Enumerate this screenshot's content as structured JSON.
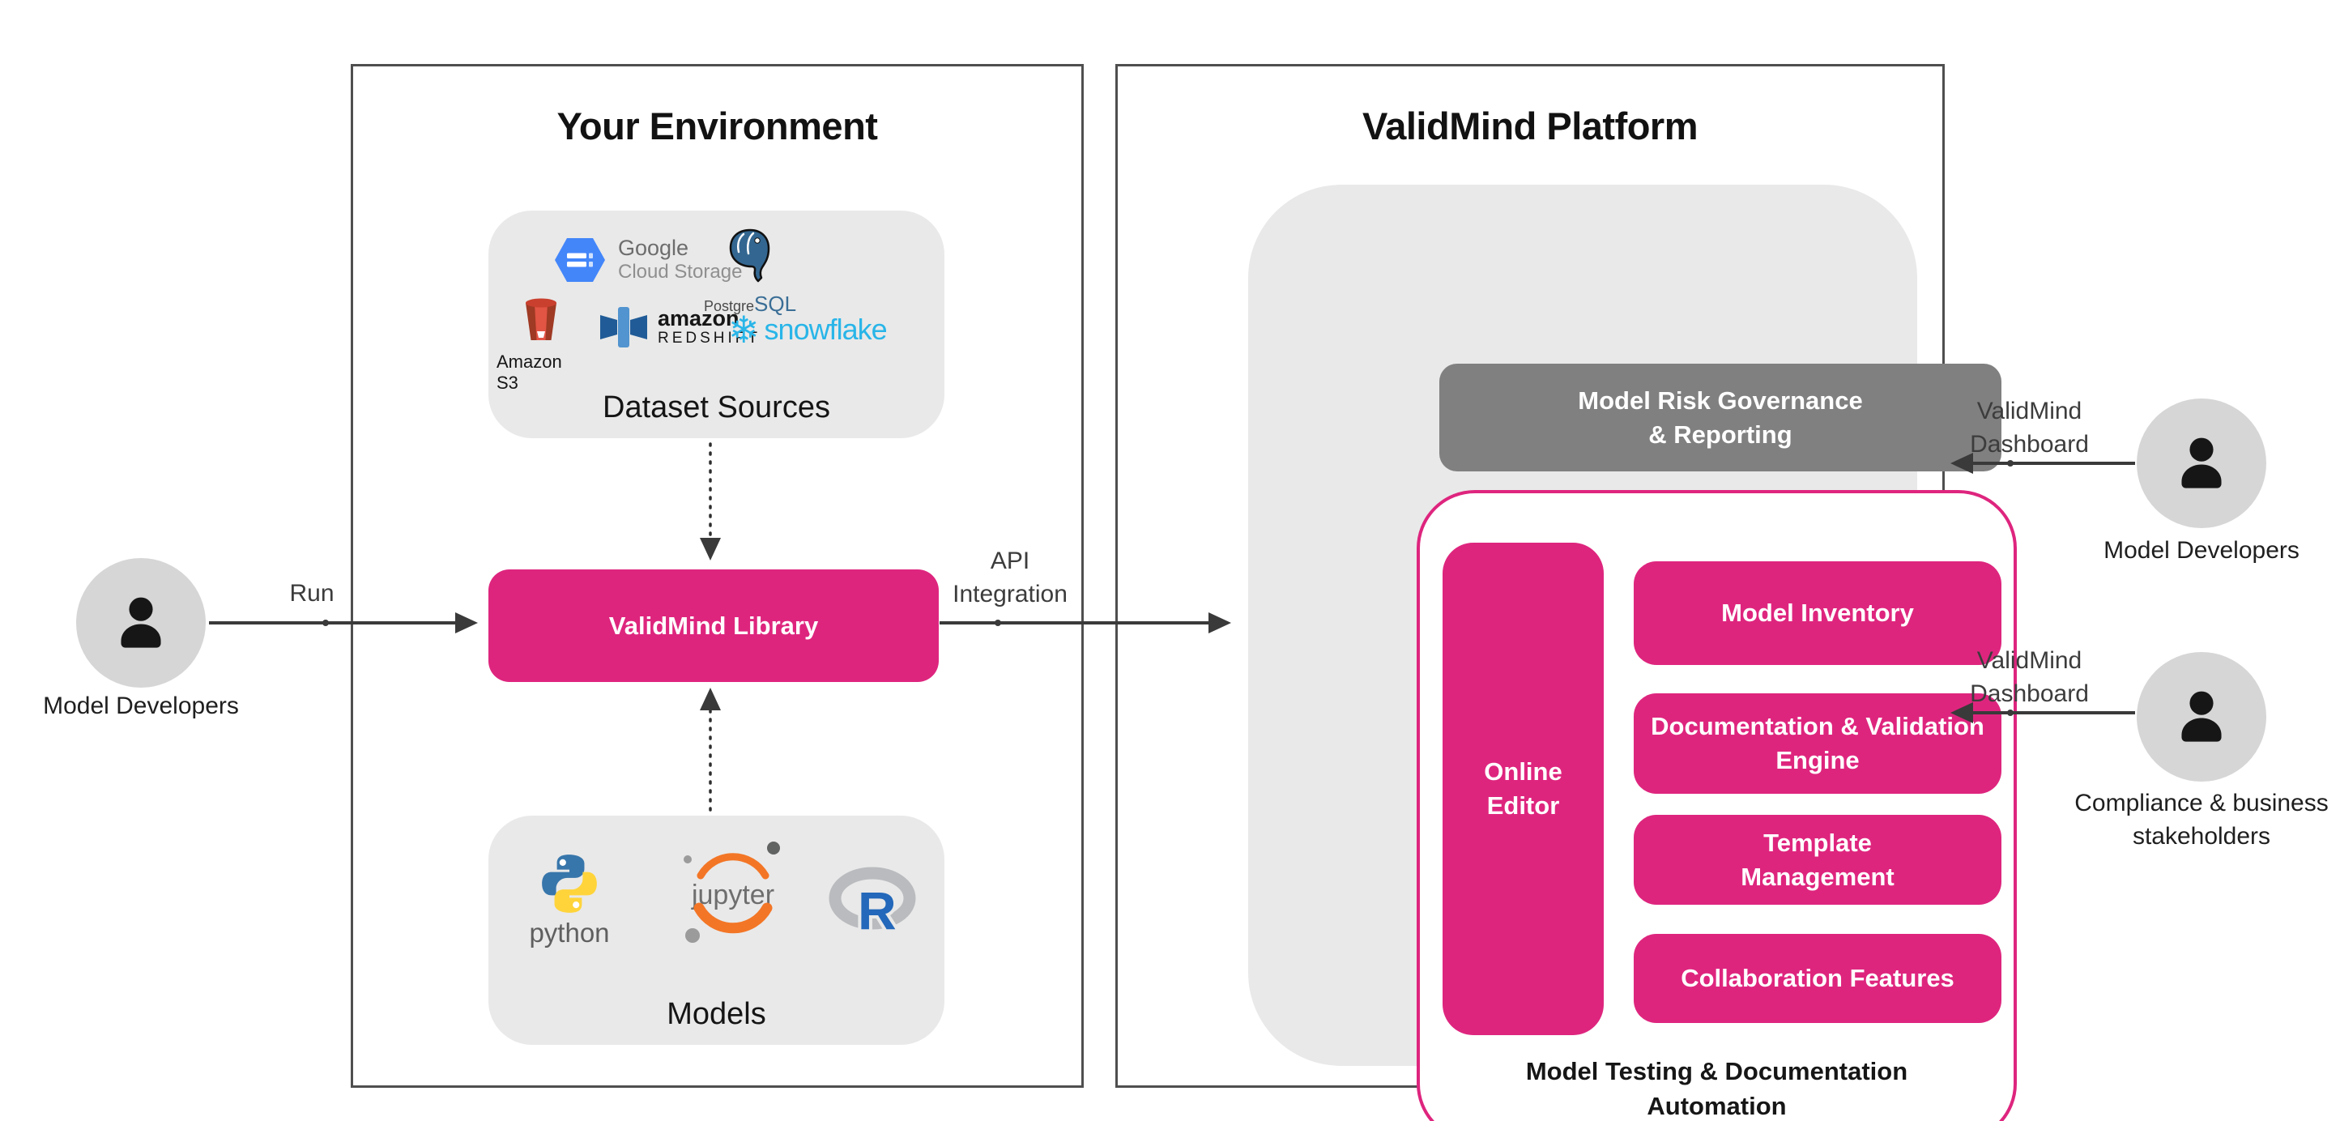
{
  "colors": {
    "pink": "#de257e",
    "governance_gray": "#808080",
    "container_gray": "#e9e9e9",
    "panel_border": "#4f4f4f",
    "arrow": "#3a3a3a",
    "person_bg": "#d6d6d6",
    "snowflake_blue": "#29b5e8",
    "python_blue": "#3776ab",
    "python_yellow": "#ffd43b",
    "jupyter_orange": "#f37626",
    "r_blue": "#2368ba",
    "postgres_blue": "#336791",
    "gcs_blue": "#4386fa",
    "s3_red": "#e05243",
    "redshift_blue": "#205b97"
  },
  "environment": {
    "title": "Your Environment",
    "dataset_sources": {
      "label": "Dataset Sources",
      "gcs": {
        "line1": "Google",
        "line2": "Cloud Storage"
      },
      "postgresql": {
        "part1": "Postgre",
        "part2": "SQL"
      },
      "s3": {
        "label": "Amazon S3"
      },
      "redshift": {
        "line1": "amazon",
        "line2": "REDSHIFT"
      },
      "snowflake": {
        "label": "snowflake"
      }
    },
    "library": {
      "label": "ValidMind Library"
    },
    "models": {
      "label": "Models",
      "python": {
        "label": "python"
      },
      "jupyter": {
        "label": "jupyter"
      },
      "r": {
        "label": "R"
      }
    }
  },
  "platform": {
    "title": "ValidMind Platform",
    "governance": {
      "label": "Model Risk Governance\n& Reporting"
    },
    "online_editor": {
      "label": "Online\nEditor"
    },
    "features": [
      {
        "label": "Model Inventory"
      },
      {
        "label": "Documentation & Validation\nEngine"
      },
      {
        "label": "Template\nManagement"
      },
      {
        "label": "Collaboration Features"
      }
    ],
    "automation": {
      "label": "Model Testing & Documentation\nAutomation"
    }
  },
  "connectors": {
    "run": {
      "label": "Run"
    },
    "api": {
      "label": "API\nIntegration"
    },
    "dashboard_top": {
      "label": "ValidMind\nDashboard"
    },
    "dashboard_bottom": {
      "label": "ValidMind\nDashboard"
    }
  },
  "actors": {
    "developer_left": {
      "label": "Model Developers"
    },
    "developer_right": {
      "label": "Model Developers"
    },
    "compliance": {
      "label": "Compliance & business\nstakeholders"
    }
  }
}
